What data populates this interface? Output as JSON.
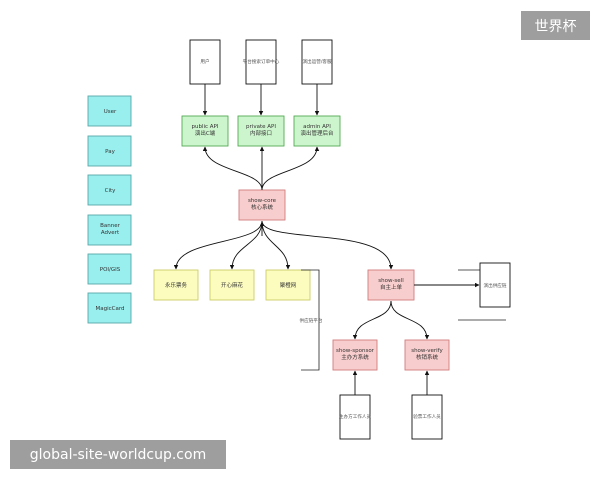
{
  "watermark_top": "世界杯",
  "watermark_bottom": "global-site-worldcup.com",
  "colors": {
    "cyan_fill": "#99eeee",
    "cyan_stroke": "#5aa8a8",
    "green_fill": "#cdf5cd",
    "green_stroke": "#55aa55",
    "pink_fill": "#f8cdcd",
    "pink_stroke": "#d27d7d",
    "yellow_fill": "#fcfcbf",
    "yellow_stroke": "#cccc66",
    "white_fill": "#ffffff",
    "black_stroke": "#111111"
  },
  "diagram": {
    "sidebar": [
      "User",
      "Pay",
      "City",
      "Banner\nAdvert",
      "POI/GIS",
      "MagicCard"
    ],
    "clients": [
      "用户",
      "平台搜索订单中心",
      "演出运营/客服"
    ],
    "apis": [
      "public API\n演出C端",
      "private API\n内部接口",
      "admin API\n演出管理后台"
    ],
    "core": "show-core\n核心系统",
    "partners": [
      "永乐票务",
      "开心麻花",
      "聚橙网"
    ],
    "partner_group_label": "供应链平台",
    "sell": "show-sell\n自主上单",
    "supply_chain": "演出供应链",
    "sponsor": "show-sponsor\n主办方系统",
    "verify": "show-verify\n核销系统",
    "sponsor_staff": "主办方工作人员",
    "verify_staff": "验票工作人员"
  }
}
